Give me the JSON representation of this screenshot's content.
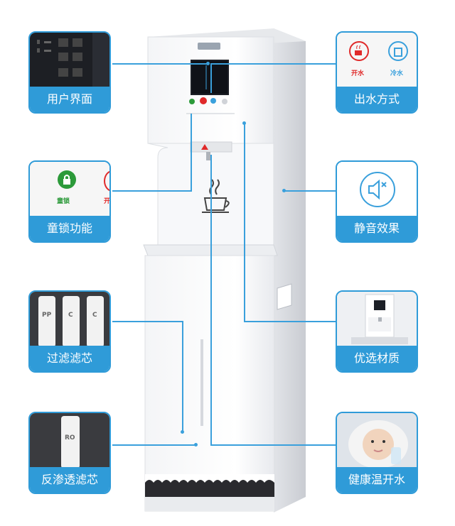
{
  "features": {
    "user_interface": "用户界面",
    "water_mode": "出水方式",
    "child_lock": "童锁功能",
    "silent": "静音效果",
    "filter": "过滤滤芯",
    "material": "优选材质",
    "ro_filter": "反渗透滤芯",
    "warm_water": "健康温开水"
  },
  "labels": {
    "hot": "开水",
    "cold": "冷水",
    "lock": "童锁",
    "open_partial": "开",
    "filter_pp": "PP",
    "filter_c1": "C",
    "filter_c2": "C",
    "ro": "RO"
  },
  "colors": {
    "accent": "#2f9bd8",
    "hot": "#e02a2a",
    "lock": "#2c9a3a"
  }
}
